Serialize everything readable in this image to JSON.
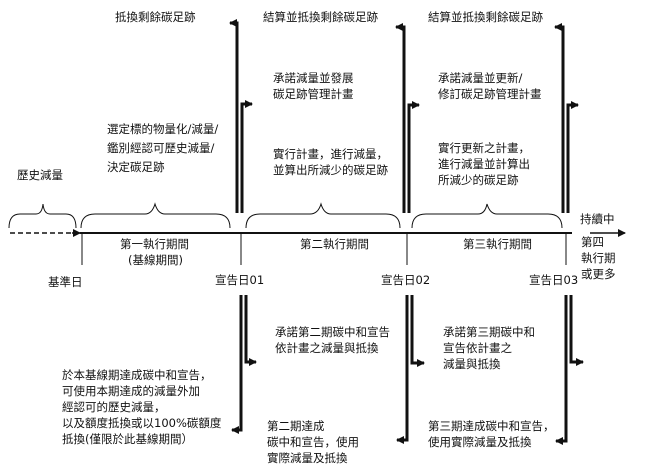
{
  "top": {
    "offset_1": "抵換剩餘碳足跡",
    "settle_2": "結算並抵換剩餘碳足跡",
    "settle_3": "結算並抵換剩餘碳足跡"
  },
  "plans": {
    "commit_2": [
      "承諾減量並發展",
      "碳足跡管理計畫"
    ],
    "commit_3": [
      "承諾減量並更新/",
      "修訂碳足跡管理計畫"
    ],
    "select_1": [
      "選定標的物量化/減量/",
      "鑑別經認可歷史減量/",
      "決定碳足跡"
    ],
    "execute_2": [
      "實行計畫，進行減量，",
      "並算出所減少的碳足跡"
    ],
    "execute_3": [
      "實行更新之計畫，",
      "進行減量並計算出",
      "所減少的碳足跡"
    ]
  },
  "timeline": {
    "historical": "歷史減量",
    "ongoing": "持續中",
    "period_1": "第一執行期間",
    "period_1_sub": "(基線期間)",
    "period_2": "第二執行期間",
    "period_3": "第三執行期間",
    "period_4": [
      "第四",
      "執行期",
      "或更多"
    ],
    "base_date": "基準日",
    "declare_1": "宣告日01",
    "declare_2": "宣告日02",
    "declare_3": "宣告日03"
  },
  "bottom": {
    "commit_2": [
      "承諾第二期碳中和宣告",
      "依計畫之減量與抵換"
    ],
    "commit_3": [
      "承諾第三期碳中和",
      "宣告依計畫之",
      "減量與抵換"
    ],
    "baseline": [
      "於本基線期達成碳中和宣告，",
      "可使用本期達成的減量外加",
      "經認可的歷史減量，",
      "以及額度抵換或以100%碳額度",
      "抵換(僅限於此基線期間）"
    ],
    "achieve_2": [
      "第二期達成",
      "碳中和宣告，使用",
      "實際減量及抵換"
    ],
    "achieve_3": [
      "第三期達成碳中和宣告，",
      "使用實際減量及抵換"
    ]
  }
}
